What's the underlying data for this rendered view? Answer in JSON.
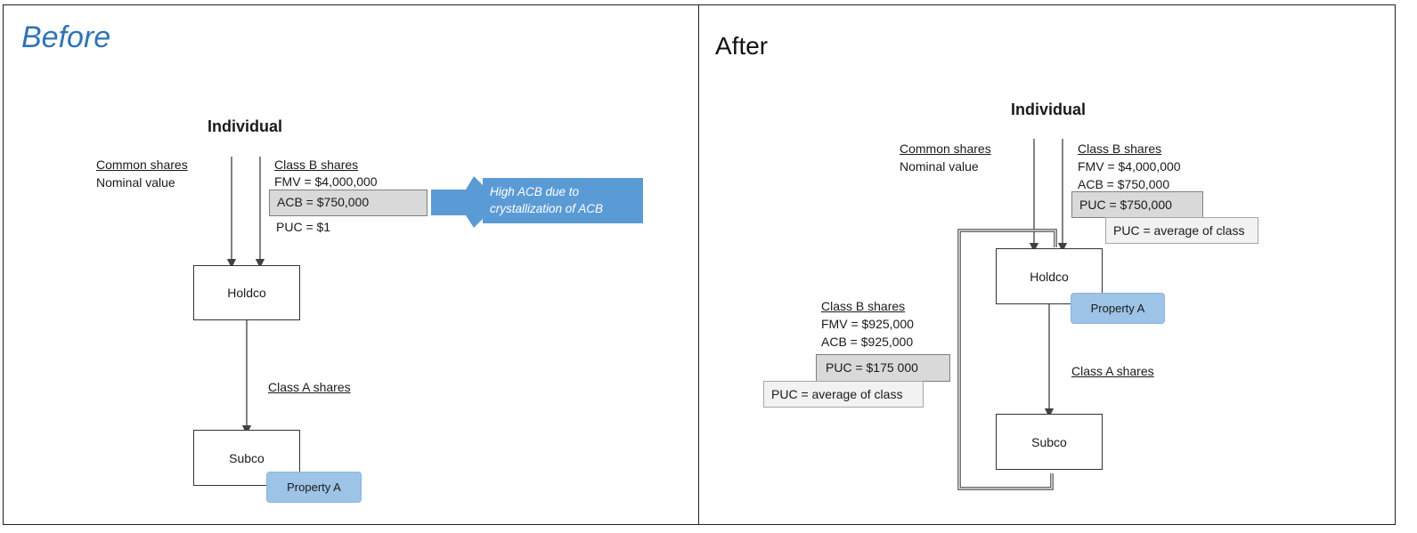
{
  "before": {
    "title": "Before",
    "individual": "Individual",
    "common_shares": {
      "label": "Common shares",
      "value": "Nominal value"
    },
    "class_b": {
      "label": "Class B shares",
      "fmv": "FMV = $4,000,000",
      "acb": "ACB = $750,000",
      "puc": "PUC = $1"
    },
    "callout": {
      "line1": "High ACB due to",
      "line2": "crystallization of ACB"
    },
    "holdco": "Holdco",
    "class_a": "Class A shares",
    "subco": "Subco",
    "property": "Property A"
  },
  "after": {
    "title": "After",
    "individual": "Individual",
    "common_shares": {
      "label": "Common shares",
      "value": "Nominal value"
    },
    "class_b_top": {
      "label": "Class B shares",
      "fmv": "FMV = $4,000,000",
      "acb": "ACB =  $750,000",
      "puc": "PUC =  $750,000",
      "puc_note": "PUC = average of class"
    },
    "holdco": "Holdco",
    "property": "Property A",
    "class_b_left": {
      "label": "Class B shares",
      "fmv": "FMV = $925,000",
      "acb": "ACB  = $925,000",
      "puc": "PUC = $175 000",
      "puc_note": "PUC = average of class"
    },
    "class_a": "Class A shares",
    "subco": "Subco"
  },
  "colors": {
    "title_before": "#2e74b5",
    "callout_fill": "#5b9bd5",
    "property_fill": "#9dc3e6",
    "grey_fill": "#d9d9d9"
  }
}
